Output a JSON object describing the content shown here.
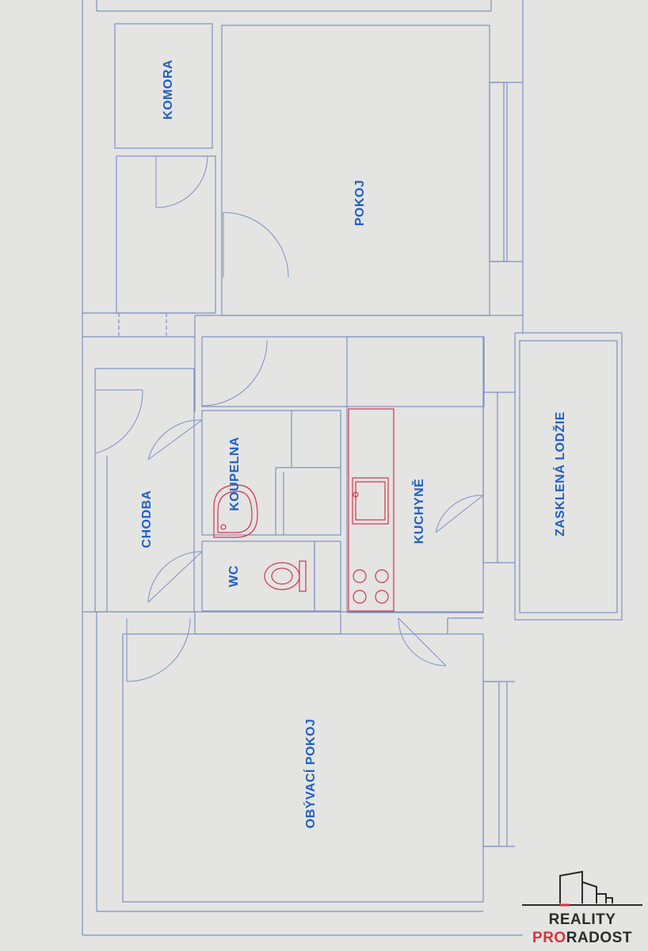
{
  "plan": {
    "rooms": [
      {
        "id": "komora",
        "label": "KOMORA"
      },
      {
        "id": "pokoj",
        "label": "POKOJ"
      },
      {
        "id": "koupelna",
        "label": "KOUPELNA"
      },
      {
        "id": "chodba",
        "label": "CHODBA"
      },
      {
        "id": "kuchyne",
        "label": "KUCHYNĚ"
      },
      {
        "id": "lodzie",
        "label": "ZASKLENÁ LODŽIE"
      },
      {
        "id": "wc",
        "label": "WC"
      },
      {
        "id": "obyvaci",
        "label": "OBÝVACÍ POKOJ"
      }
    ]
  },
  "branding": {
    "line1": "REALITY",
    "line2_highlight": "PRO",
    "line2_rest": "RADOST"
  },
  "colors": {
    "label": "#1f5fc4",
    "wall": "#7d91c4",
    "fixture": "#d2344a",
    "background": "#e4e4e2",
    "brand_accent": "#d6343a"
  }
}
